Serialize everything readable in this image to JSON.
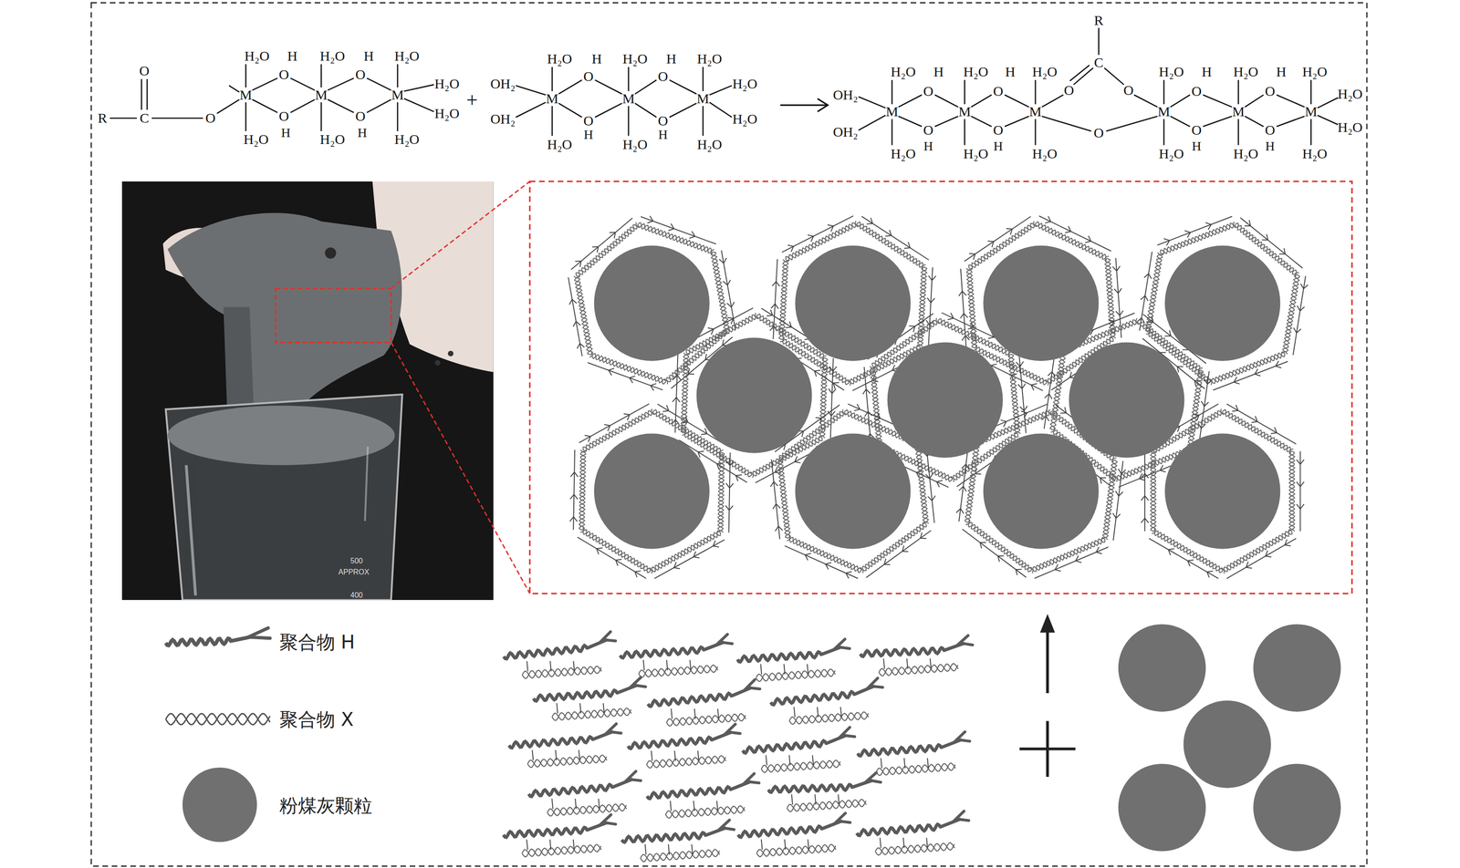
{
  "diagram": {
    "labels": [
      "R",
      "O",
      "C",
      "O",
      "H₂O",
      "H",
      "H₂O",
      "H",
      "H₂O",
      "O",
      "O",
      "M",
      "M",
      "M",
      "H₂O",
      "O",
      "O",
      "H₂O",
      "H₂O",
      "H",
      "H₂O",
      "H",
      "H₂O",
      "+",
      "H₂O",
      "H",
      "H₂O",
      "H",
      "H₂O",
      "OH₂",
      "O",
      "O",
      "H₂O",
      "M",
      "M",
      "M",
      "OH₂",
      "O",
      "O",
      "H₂O",
      "H₂O",
      "H",
      "H₂O",
      "H",
      "H₂O",
      "R",
      "C",
      "H₂O",
      "H",
      "H₂O",
      "H",
      "H₂O",
      "H₂O",
      "H",
      "H₂O",
      "H",
      "H₂O",
      "OH₂",
      "O",
      "O",
      "O",
      "O",
      "O",
      "O",
      "H₂O",
      "M",
      "M",
      "M",
      "M",
      "M",
      "M",
      "OH₂",
      "O",
      "O",
      "O",
      "O",
      "O",
      "H₂O",
      "H",
      "H",
      "H",
      "H",
      "H₂O",
      "H₂O",
      "H₂O",
      "H₂O",
      "H₂O",
      "H₂O",
      "500",
      "APPROX",
      "400"
    ],
    "legend": [
      {
        "text": "聚合物 H"
      },
      {
        "text": "聚合物 X"
      },
      {
        "text": "粉煤灰颗粒"
      }
    ]
  }
}
